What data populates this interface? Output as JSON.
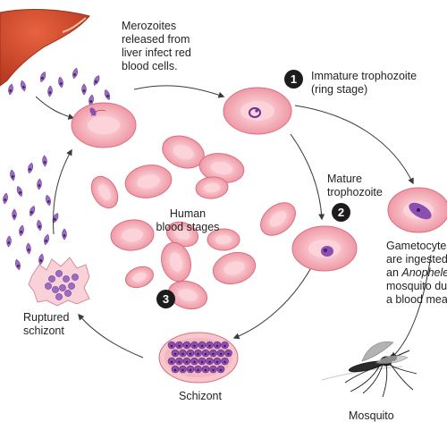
{
  "labels": {
    "merozoites": [
      "Merozoites",
      "released from",
      "liver infect red",
      "blood cells."
    ],
    "immature": [
      "Immature trophozoite",
      "(ring stage)"
    ],
    "mature": [
      "Mature",
      "trophozoite"
    ],
    "human_blood": [
      "Human",
      "blood stages"
    ],
    "gametocytes": {
      "line1": "Gametocytes",
      "line2": "are ingested by",
      "line3_prefix": "an ",
      "line3_italic": "Anopheles",
      "line4": "mosquito during",
      "line5": "a blood meal."
    },
    "ruptured": [
      "Ruptured",
      "schizont"
    ],
    "schizont": "Schizont",
    "mosquito": "Mosquito"
  },
  "steps": [
    "1",
    "2",
    "3"
  ],
  "colors": {
    "rbc_fill": "#f4aab4",
    "rbc_center": "#fbd3d9",
    "rbc_edge": "#d9707f",
    "parasite": "#8a4fb0",
    "liver": "#d2462a",
    "arrow": "#3a3a3a"
  }
}
